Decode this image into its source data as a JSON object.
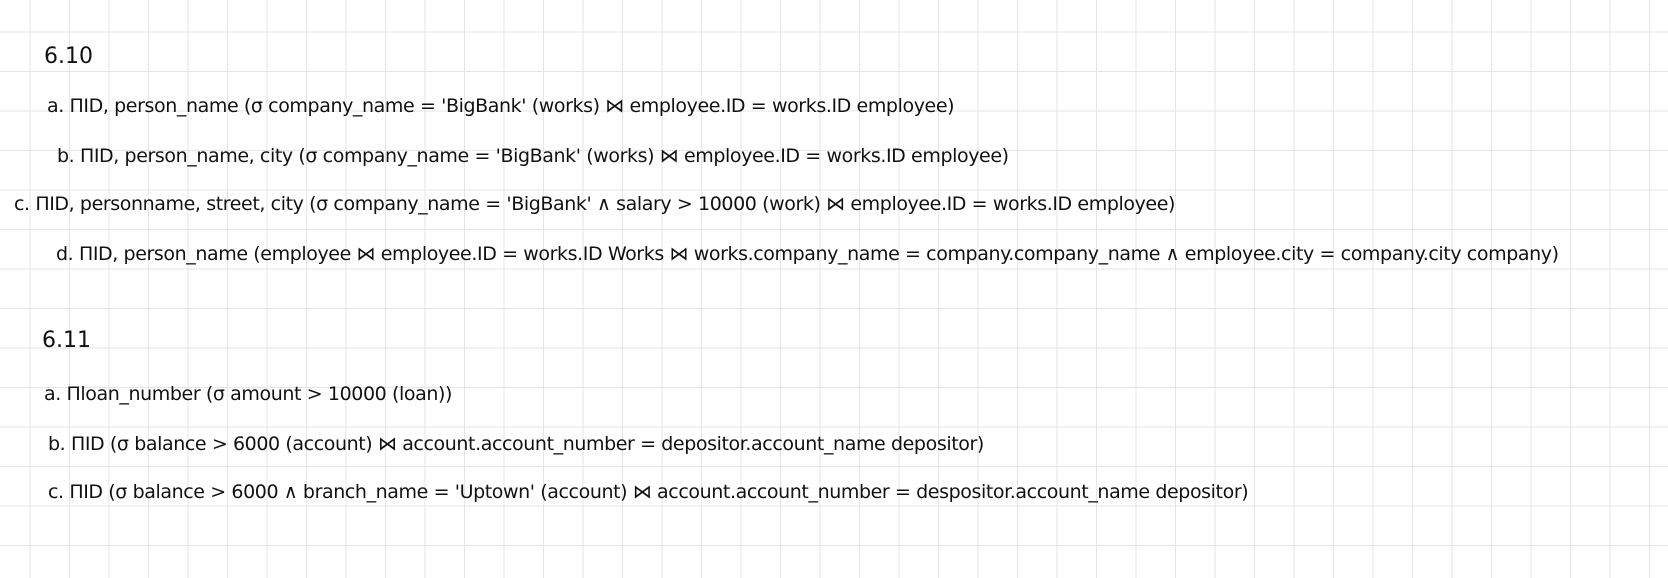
{
  "sections": [
    {
      "heading": "6.10",
      "items": [
        "a. ΠID, person_name (σ company_name = 'BigBank' (works) ⋈ employee.ID = works.ID employee)",
        "b. ΠID, person_name, city (σ company_name = 'BigBank' (works) ⋈ employee.ID = works.ID employee)",
        "c. ΠID, personname, street, city (σ company_name = 'BigBank' ∧ salary > 10000 (work) ⋈ employee.ID = works.ID employee)",
        "d. ΠID, person_name (employee ⋈ employee.ID = works.ID Works ⋈ works.company_name = company.company_name ∧ employee.city = company.city company)"
      ]
    },
    {
      "heading": "6.11",
      "items": [
        "a. Πloan_number (σ amount > 10000 (loan))",
        "b. ΠID (σ balance > 6000 (account) ⋈ account.account_number = depositor.account_name depositor)",
        "c. ΠID (σ balance > 6000 ∧ branch_name = 'Uptown' (account) ⋈ account.account_number = despositor.account_name depositor)"
      ]
    }
  ]
}
